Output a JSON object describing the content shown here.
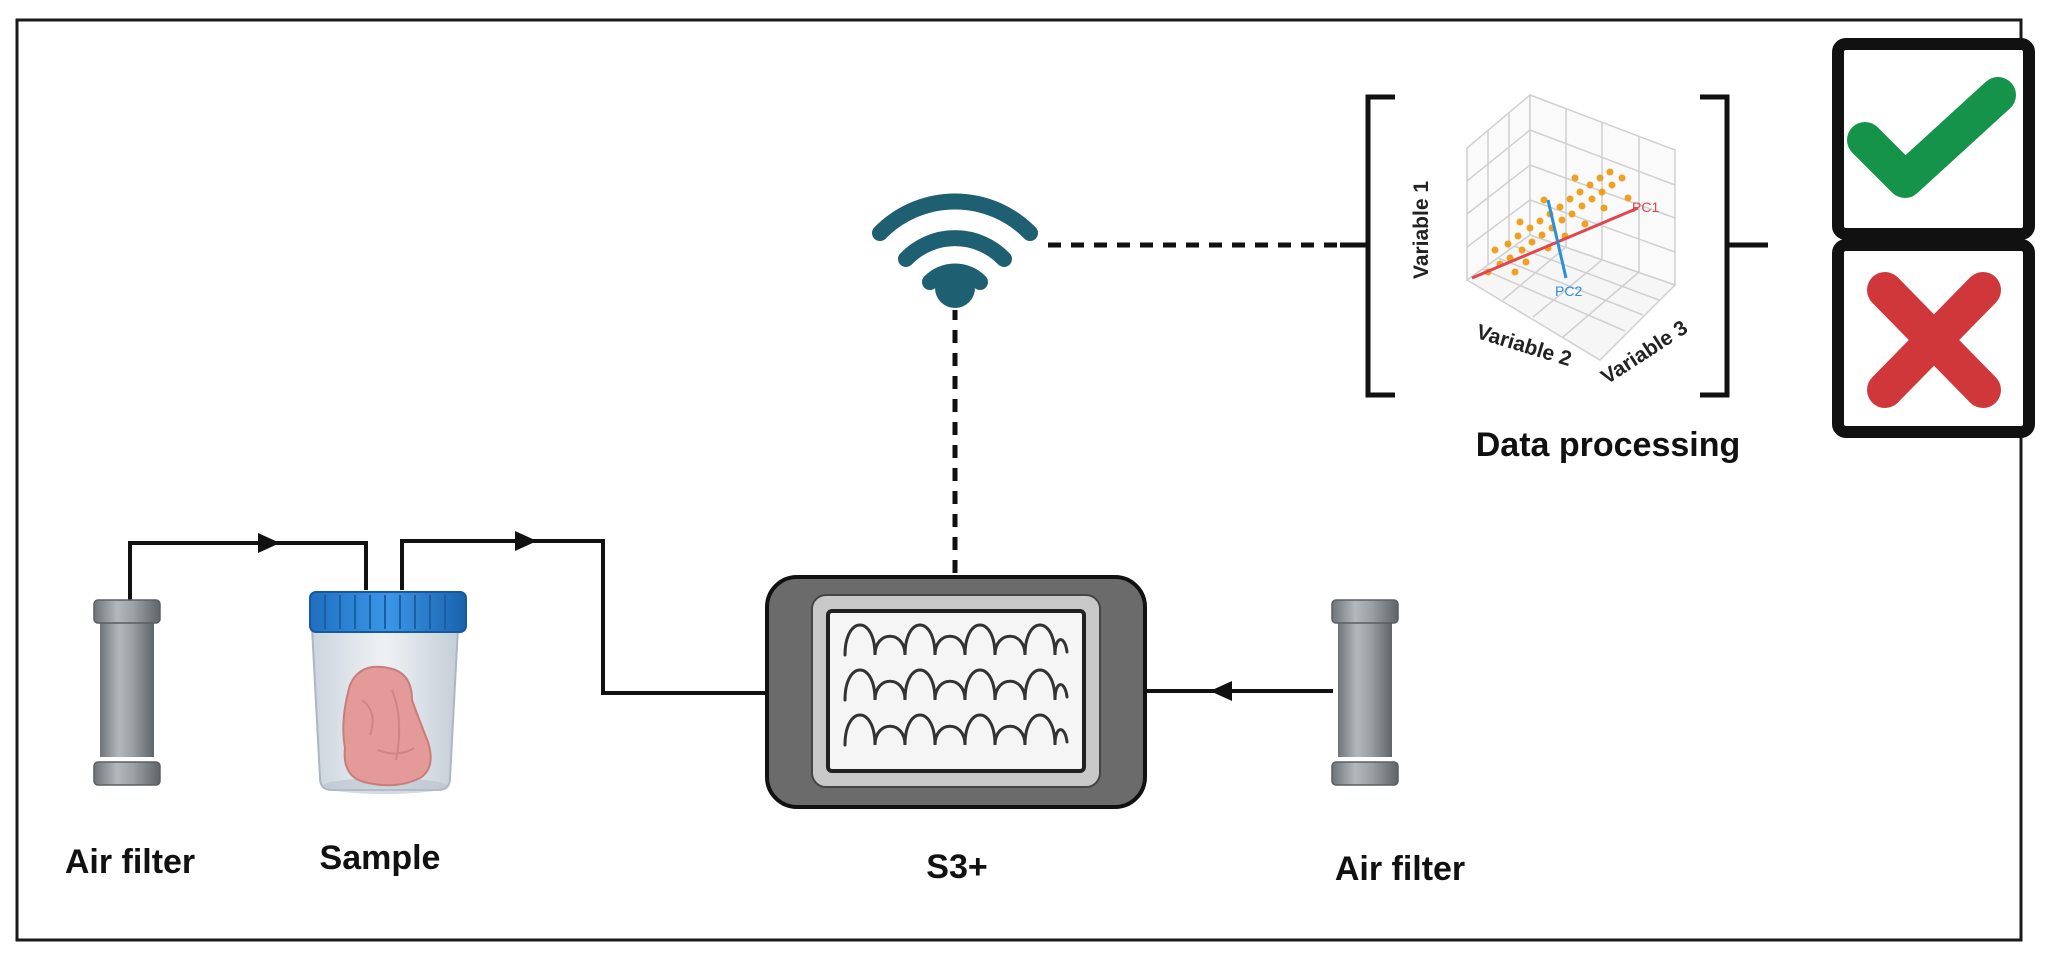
{
  "labels": {
    "air_filter_left": "Air filter",
    "sample": "Sample",
    "device": "S3+",
    "air_filter_right": "Air filter",
    "data_processing": "Data processing"
  },
  "plot": {
    "axis_1": "Variable 1",
    "axis_2": "Variable 2",
    "axis_3": "Variable 3",
    "pc1": "PC1",
    "pc2": "PC2"
  },
  "icons": {
    "wifi": "wifi-icon",
    "accept": "checkmark-icon",
    "reject": "cross-icon"
  },
  "colors": {
    "wifi": "#1f5f72",
    "check": "#16934a",
    "cross": "#d0373a",
    "pc1": "#e0464b",
    "pc2": "#2a8fd6",
    "points": "#f0a020"
  }
}
